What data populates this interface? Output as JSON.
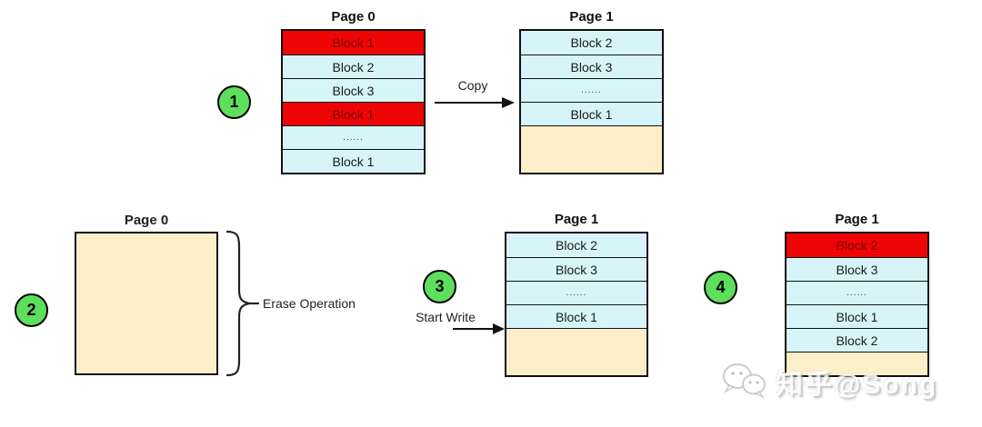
{
  "colors": {
    "invalid_red": "#ee0505",
    "invalid_text": "#7c0303",
    "valid_cyan": "#d7f5f9",
    "free_beige": "#fbeec9",
    "badge_green": "#5ddf5d"
  },
  "panels": {
    "step1": {
      "number": "1",
      "source": {
        "title": "Page 0",
        "rows": [
          {
            "label": "Block 1",
            "state": "invalid"
          },
          {
            "label": "Block 2",
            "state": "valid"
          },
          {
            "label": "Block 3",
            "state": "valid"
          },
          {
            "label": "Block 1",
            "state": "invalid"
          },
          {
            "label": "......",
            "state": "valid"
          },
          {
            "label": "Block 1",
            "state": "valid"
          }
        ]
      },
      "arrow_label": "Copy",
      "target": {
        "title": "Page 1",
        "rows": [
          {
            "label": "Block 2",
            "state": "valid"
          },
          {
            "label": "Block 3",
            "state": "valid"
          },
          {
            "label": "......",
            "state": "valid"
          },
          {
            "label": "Block 1",
            "state": "valid"
          }
        ]
      }
    },
    "step2": {
      "number": "2",
      "title": "Page 0",
      "brace_label": "Erase Operation"
    },
    "step3": {
      "number": "3",
      "title": "Page 1",
      "write_label": "Start Write",
      "rows": [
        {
          "label": "Block 2",
          "state": "valid"
        },
        {
          "label": "Block 3",
          "state": "valid"
        },
        {
          "label": "......",
          "state": "valid"
        },
        {
          "label": "Block 1",
          "state": "valid"
        }
      ]
    },
    "step4": {
      "number": "4",
      "title": "Page 1",
      "rows": [
        {
          "label": "Block 2",
          "state": "invalid"
        },
        {
          "label": "Block 3",
          "state": "valid"
        },
        {
          "label": "......",
          "state": "valid"
        },
        {
          "label": "Block 1",
          "state": "valid"
        },
        {
          "label": "Block 2",
          "state": "valid"
        }
      ]
    }
  },
  "watermark": {
    "icon": "chat-bubbles-icon",
    "text": "知乎@Song"
  }
}
